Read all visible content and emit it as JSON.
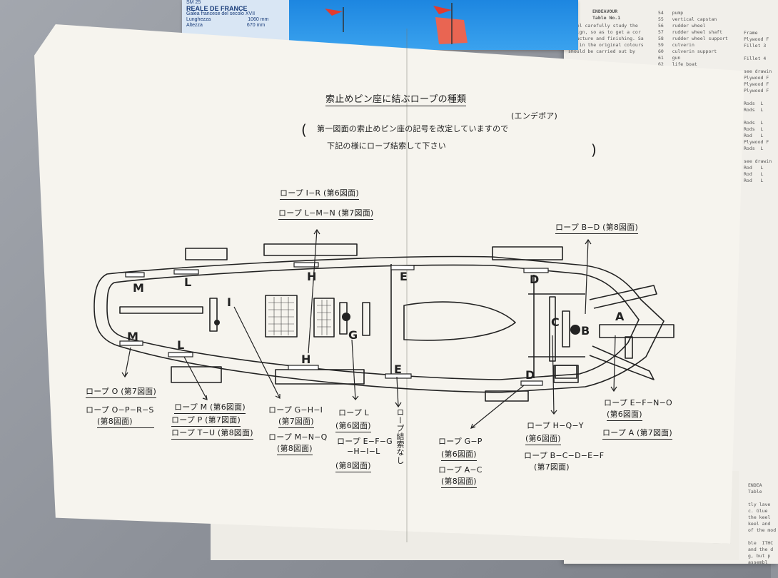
{
  "cover": {
    "code": "SM 25",
    "title": "REALE DE FRANCE",
    "subtitle": "Galea francese del secolo XVII",
    "length_label": "Lunghezza",
    "length_value": "1060 mm",
    "height_label": "Altezza",
    "height_value": "670 mm"
  },
  "header": {
    "title": "索止めピン座に結ぶロープの種類",
    "title_note": "(エンデボア)",
    "note_line1": "第一図面の索止めピン座の記号を改定していますので",
    "note_line2": "下記の様にロープ結索して下さい"
  },
  "points": {
    "M_top": "M",
    "L_top": "L",
    "I": "I",
    "H_top": "H",
    "E_top": "E",
    "D_top": "D",
    "C": "C",
    "B": "B",
    "A": "A",
    "M_bot": "M",
    "L_bot": "L",
    "H_bot": "H",
    "G": "G",
    "E_bot": "E",
    "D_bot": "D"
  },
  "labels": {
    "top_h1": "ロープ I−R (第6図面)",
    "top_h2": "ロープ L−M−N (第7図面)",
    "top_d": "ロープ B−D (第8図面)",
    "b_m": "ロープ O (第7図面)",
    "b_l1": "ロープ O−P−R−S",
    "b_l2": "(第8図面)",
    "b_i1": "ロープ M (第6図面)",
    "b_i2": "ロープ P (第7図面)",
    "b_i3": "ロープ T−U (第8図面)",
    "b_h1": "ロープ G−H−I",
    "b_h2": "(第7図面)",
    "b_h3": "ロープ M−N−Q",
    "b_h4": "(第8図面)",
    "b_g1": "ロープ L",
    "b_g2": "(第6図面)",
    "b_g3": "ロープ E−F−G",
    "b_g4": "−H−I−L",
    "b_g5": "(第8図面)",
    "b_e": "ロープ結索なし",
    "b_d1": "ロープ G−P",
    "b_d2": "(第6図面)",
    "b_d3": "ロープ A−C",
    "b_d4": "(第8図面)",
    "b_c1": "ロープ H−Q−Y",
    "b_c2": "(第6図面)",
    "b_c3": "ロープ B−C−D−E−F",
    "b_c4": "(第7図面)",
    "b_a1": "ロープ E−F−N−O",
    "b_a2": "(第6図面)",
    "b_a3": "ロープ A (第7図面)"
  },
  "booklet": {
    "head": "ENDEAVOUR\nTable No.1",
    "list": "54   pump\n55   vertical capstan\n56   rudder wheel\n57   rudder wheel shaft\n58   rudder wheel support\n59   culverin\n60   culverin support\n61   gun\n62   life boat",
    "intro": "model carefully study the\ndesign, so as to get a cor\nstructure and finishing. Sa\nted in the original colours\nshould be carried out by",
    "side": "Frame\nPlywood F\nFillet 3\n\nFillet 4\n\nsee drawin\nPlywood F\nPlywood F\nPlywood F\n\nRods  L\nRods  L\n\nRods  L\nRods  L\nRod   L\nPlywood F\nRods  L\n\nsee drawin\nRod   L\nRod   L\nRod   L",
    "foot": "ENDEA\nTable\n\ntly lave\nc. Glue\nthe keel\nkeel and\nof the mod\n\nble  ITHC\nand the d\ng, but p\nassembl"
  }
}
